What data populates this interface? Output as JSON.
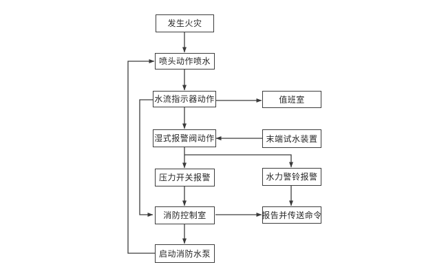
{
  "colors": {
    "background": "#ffffff",
    "line": "#3b3b3b",
    "box_border": "#3b3b3b",
    "text": "#262626"
  },
  "diagram": {
    "type": "flowchart",
    "nodes": {
      "fire": {
        "label": "发生火灾"
      },
      "sprinkler": {
        "label": "喷头动作喷水"
      },
      "flow_indicator": {
        "label": "水流指示器动作"
      },
      "duty_room": {
        "label": "值班室"
      },
      "wet_alarm_valve": {
        "label": "湿式报警阀动作"
      },
      "end_test_device": {
        "label": "末端试水装置"
      },
      "pressure_switch": {
        "label": "压力开关报警"
      },
      "hydraulic_bell": {
        "label": "水力警铃报警"
      },
      "fire_control_room": {
        "label": "消防控制室"
      },
      "report_command": {
        "label": "报告并传送命令"
      },
      "start_fire_pump": {
        "label": "启动消防水泵"
      }
    },
    "edges": [
      {
        "from": "fire",
        "to": "sprinkler"
      },
      {
        "from": "sprinkler",
        "to": "flow_indicator"
      },
      {
        "from": "flow_indicator",
        "to": "wet_alarm_valve"
      },
      {
        "from": "flow_indicator",
        "to": "duty_room"
      },
      {
        "from": "end_test_device",
        "to": "wet_alarm_valve"
      },
      {
        "from": "wet_alarm_valve",
        "to": "pressure_switch"
      },
      {
        "from": "wet_alarm_valve",
        "to": "hydraulic_bell"
      },
      {
        "from": "pressure_switch",
        "to": "fire_control_room"
      },
      {
        "from": "hydraulic_bell",
        "to": "report_command"
      },
      {
        "from": "fire_control_room",
        "to": "report_command"
      },
      {
        "from": "fire_control_room",
        "to": "start_fire_pump"
      },
      {
        "from": "flow_indicator",
        "to": "fire_control_room"
      },
      {
        "from": "start_fire_pump",
        "to": "sprinkler"
      }
    ]
  }
}
